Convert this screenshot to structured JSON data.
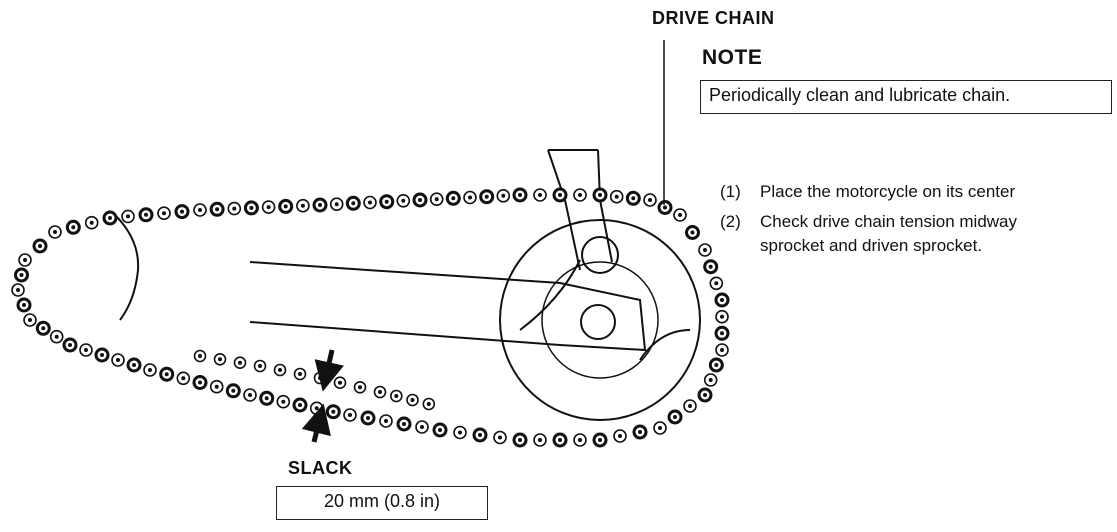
{
  "figure": {
    "chain_label": "DRIVE CHAIN",
    "slack_label": "SLACK",
    "slack_value": "20 mm (0.8 in)"
  },
  "note": {
    "title": "NOTE",
    "text": "Periodically clean and lubricate chain."
  },
  "steps": [
    {
      "num": "(1)",
      "text": "Place the motorcycle on its center"
    },
    {
      "num": "(2)",
      "text": "Check drive chain tension midway",
      "cont": "sprocket and driven sprocket."
    }
  ]
}
